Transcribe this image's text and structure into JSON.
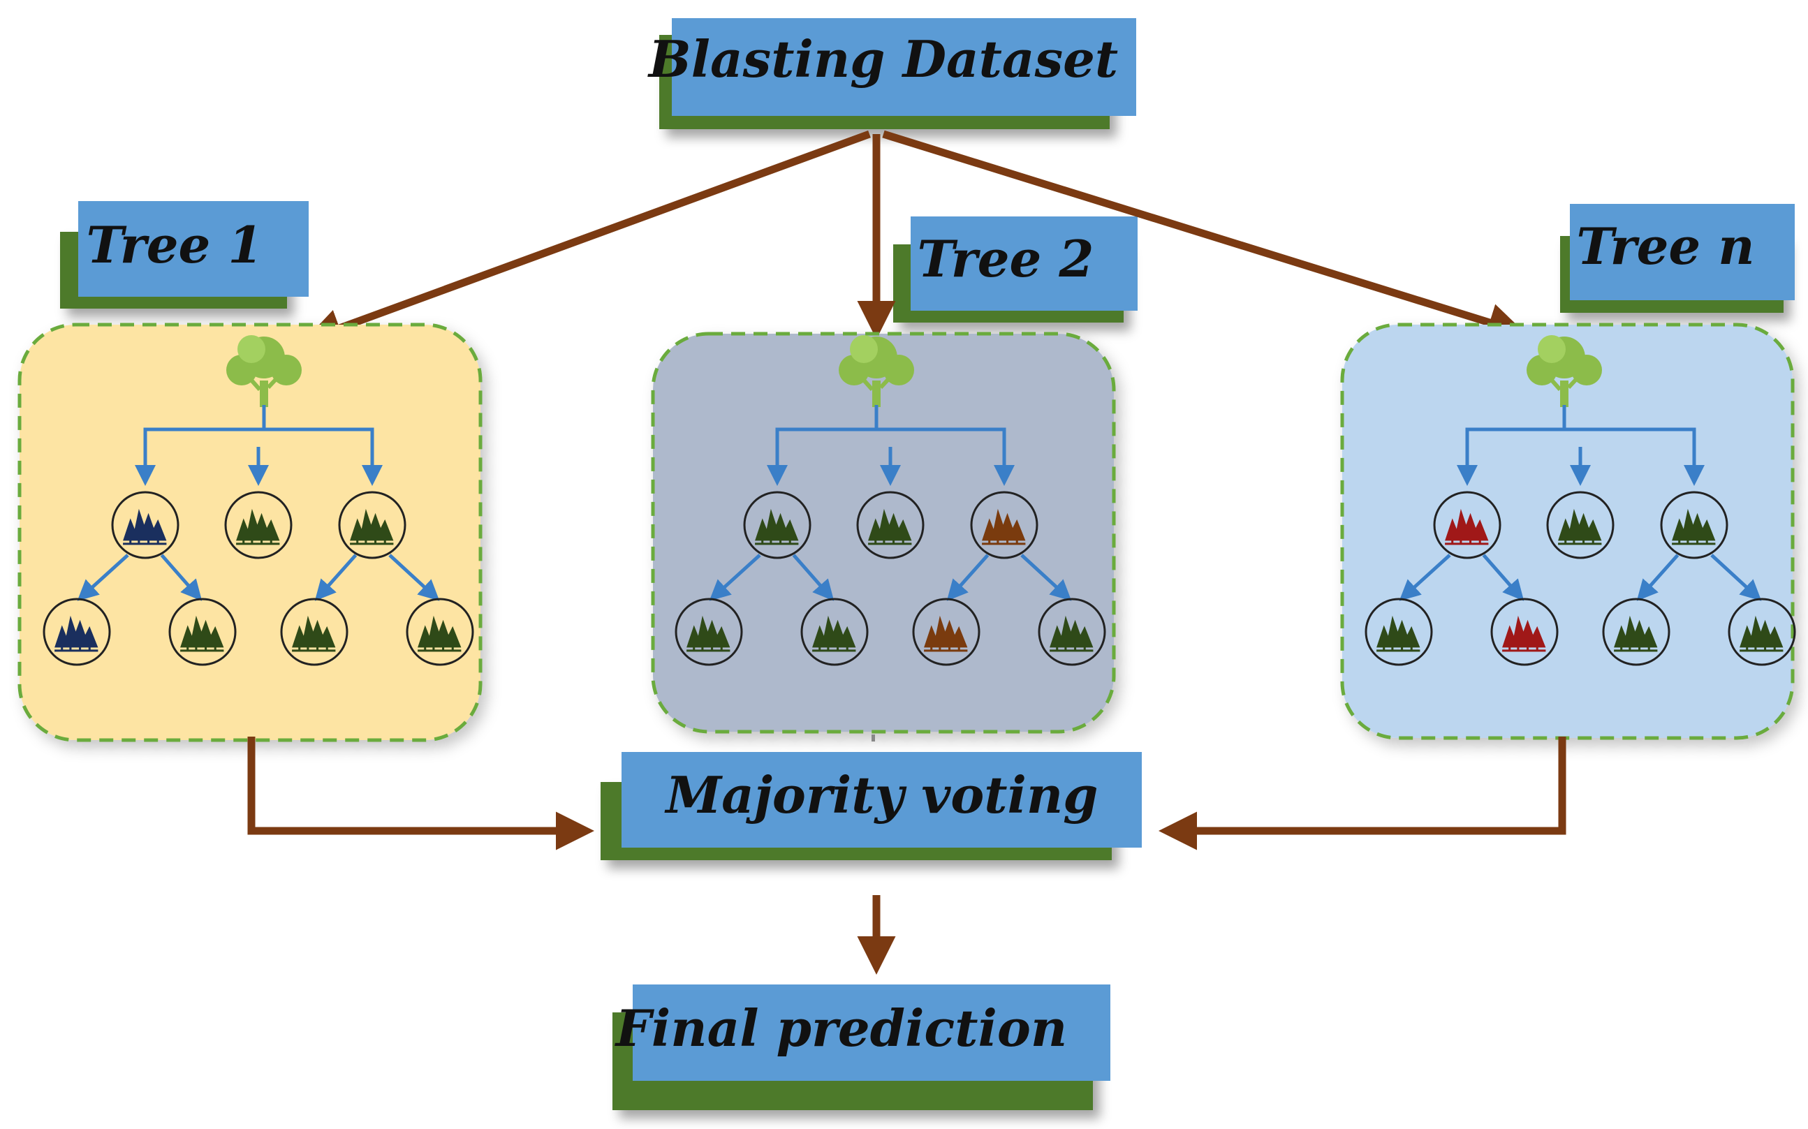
{
  "title_box": {
    "label": "Blasting Dataset"
  },
  "trees": [
    {
      "label": "Tree 1",
      "panel_color": "#fde4a3",
      "node_colors": [
        "#1a2f5e",
        "#2f4a18",
        "#2f4a18",
        "#1a2f5e",
        "#2f4a18",
        "#2f4a18",
        "#2f4a18"
      ]
    },
    {
      "label": "Tree 2",
      "panel_color": "#aeb9cc",
      "node_colors": [
        "#2f4a18",
        "#2f4a18",
        "#7a3b0e",
        "#2f4a18",
        "#2f4a18",
        "#7a3b0e",
        "#2f4a18"
      ]
    },
    {
      "label": "Tree n",
      "panel_color": "#bcd6ef",
      "node_colors": [
        "#a01818",
        "#2f4a18",
        "#2f4a18",
        "#2f4a18",
        "#a01818",
        "#2f4a18",
        "#2f4a18"
      ]
    }
  ],
  "voting_box": {
    "label": "Majority voting"
  },
  "final_box": {
    "label": "Final prediction"
  },
  "colors": {
    "label_box": "#5b9bd5",
    "label_shadow": "#4e7a2a",
    "flow_arrow": "#7b3a12",
    "tree_edge": "#3a7fc8",
    "panel_border": "#6aab3c",
    "root_tree": "#8cbc4a"
  }
}
